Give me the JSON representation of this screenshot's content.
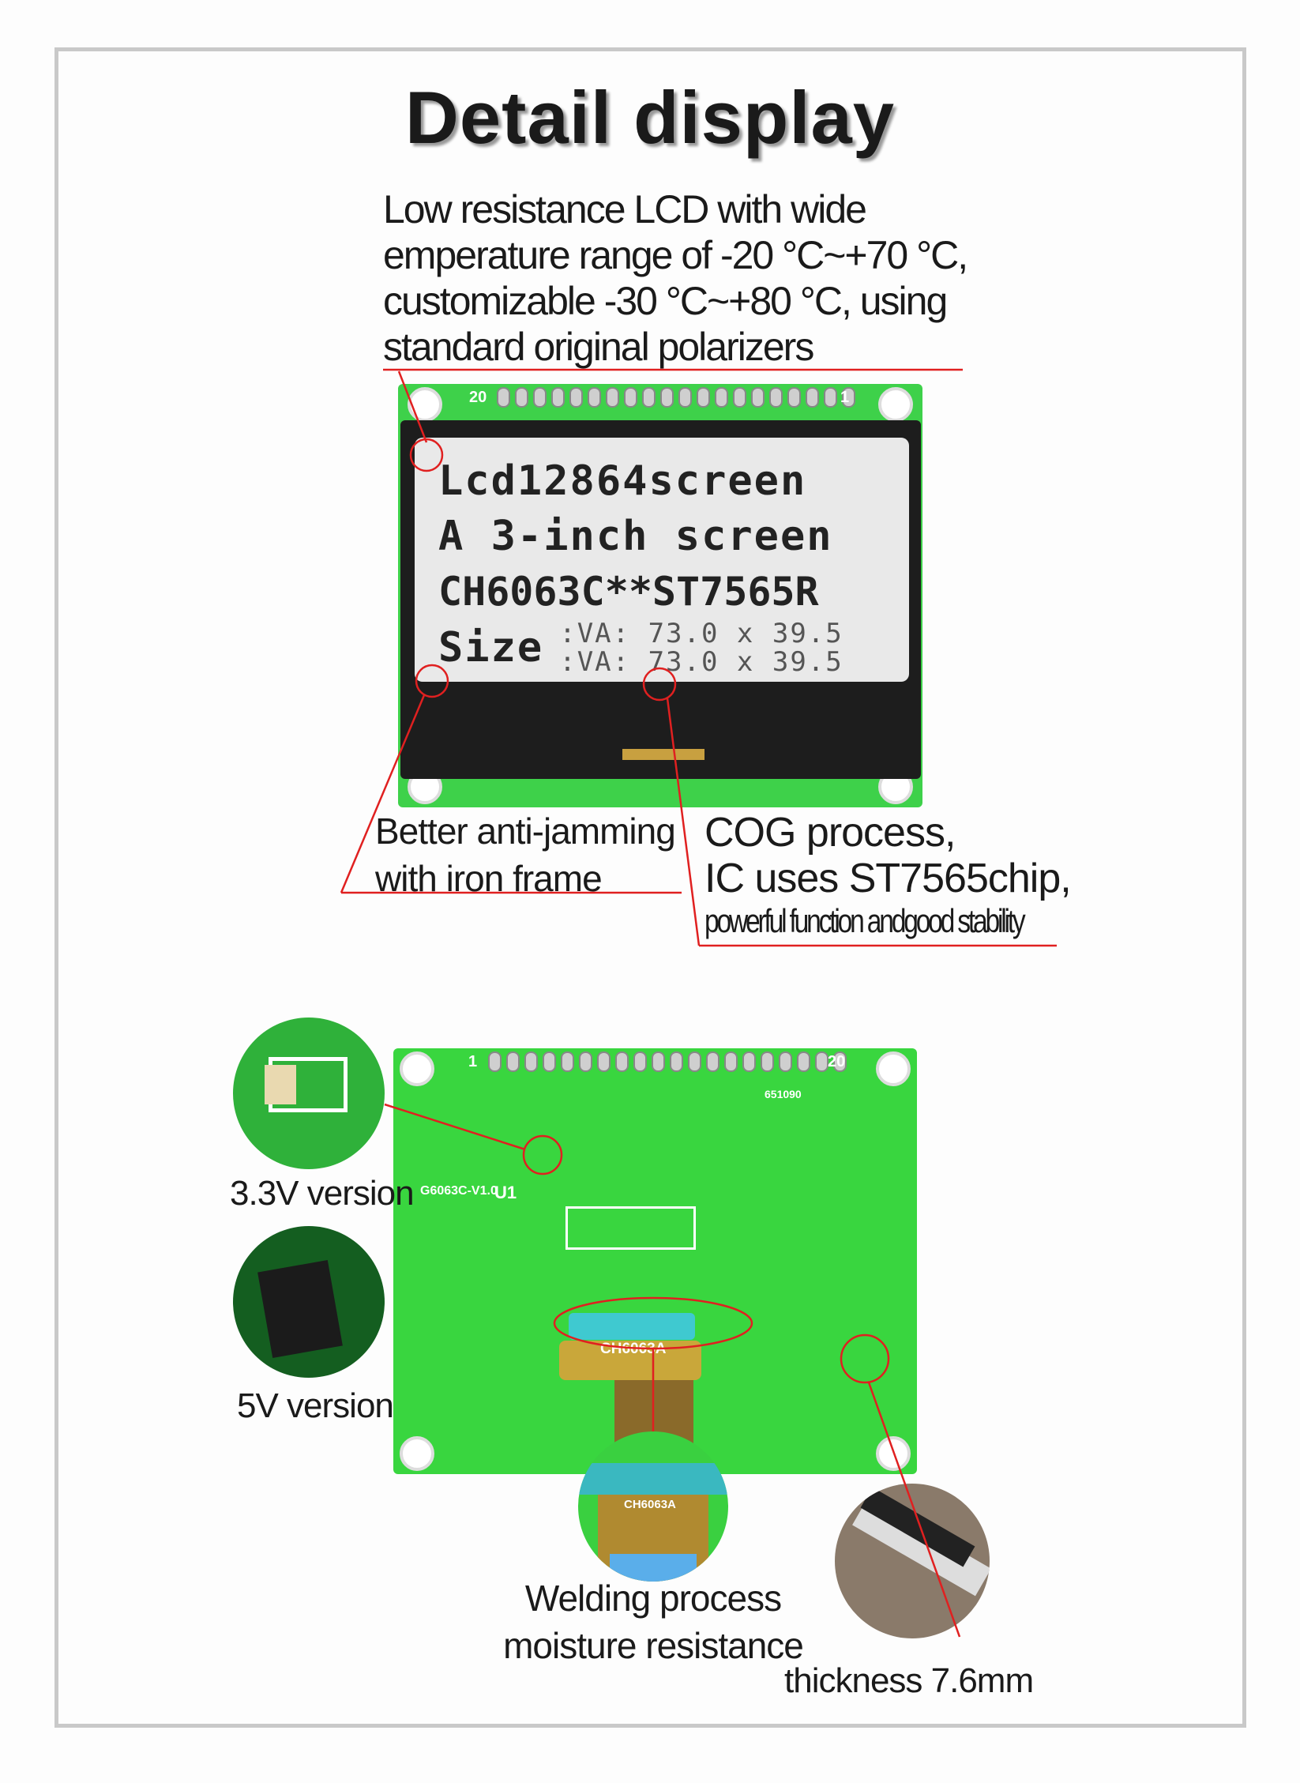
{
  "title": "Detail display",
  "intro": {
    "lines": [
      "Low resistance LCD with wide",
      "emperature range of -20 °C~+70 °C,",
      "customizable -30 °C~+80 °C, using",
      "standard original polarizers"
    ]
  },
  "lcd": {
    "lines": [
      "Lcd12864screen",
      "A 3-inch screen",
      "CH6063C**ST7565R"
    ],
    "size_label": "Size",
    "size_values": [
      ":VA: 73.0 x 39.5",
      ":VA: 73.0 x 39.5"
    ],
    "pin_left": "20",
    "pin_right": "1"
  },
  "callouts": {
    "iron_frame": [
      "Better anti-jamming",
      "with iron frame"
    ],
    "cog": [
      "COG process,",
      "IC uses ST7565chip,",
      "powerful function andgood stability"
    ]
  },
  "back": {
    "pin_left": "1",
    "pin_right": "20",
    "model": "G6063C-V1.0",
    "chip": "CH6063A",
    "u1": "U1",
    "code": "651090"
  },
  "features": {
    "v33": "3.3V version",
    "v5": "5V version",
    "welding": [
      "Welding process",
      "moisture resistance"
    ],
    "thickness": "thickness 7.6mm",
    "chip_label": "CH6063A"
  },
  "colors": {
    "accent": "#e02020",
    "pcb": "#3ed14a"
  }
}
